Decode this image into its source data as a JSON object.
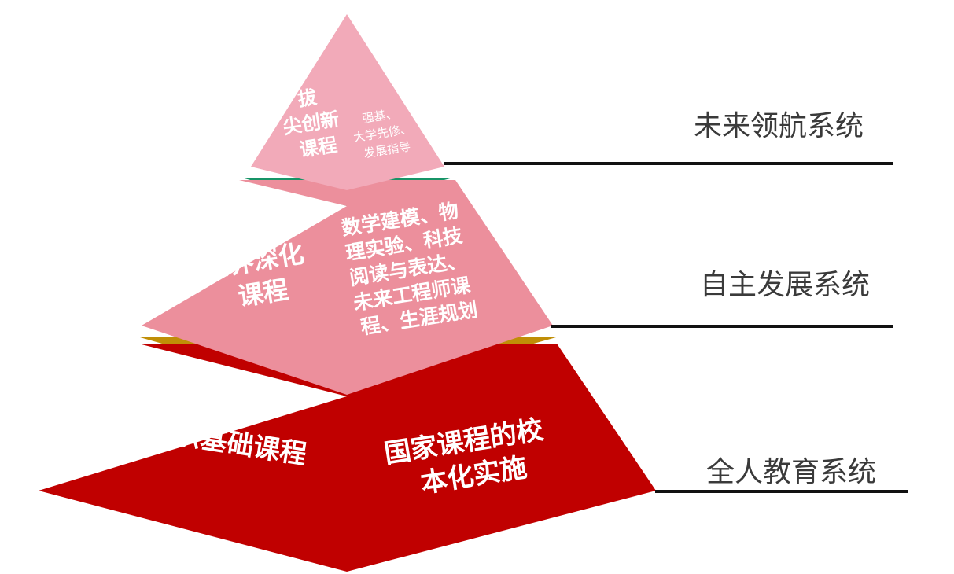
{
  "tiers": {
    "top": {
      "title_lines": [
        "拔",
        "尖创新",
        "课程"
      ],
      "content_lines": [
        "强基、",
        "大学先修、",
        "发展指导"
      ],
      "color": "#f2aab9"
    },
    "middle": {
      "title_lines": [
        "素养深化",
        "课程"
      ],
      "content_lines": [
        "数学建模、物",
        "理实验、科技",
        "阅读与表达、",
        "未来工程师课",
        "程、生涯规划"
      ],
      "color": "#ec8f9c"
    },
    "bottom": {
      "title_lines": [
        "通识基础课程"
      ],
      "content_lines": [
        "国家课程的校",
        "本化实施"
      ],
      "color": "#c00000"
    }
  },
  "separators": {
    "upper_color": "#179467",
    "lower_color": "#c08e07"
  },
  "systems": [
    {
      "label": "未来领航系统"
    },
    {
      "label": "自主发展系统"
    },
    {
      "label": "全人教育系统"
    }
  ],
  "line_color": "#111111"
}
